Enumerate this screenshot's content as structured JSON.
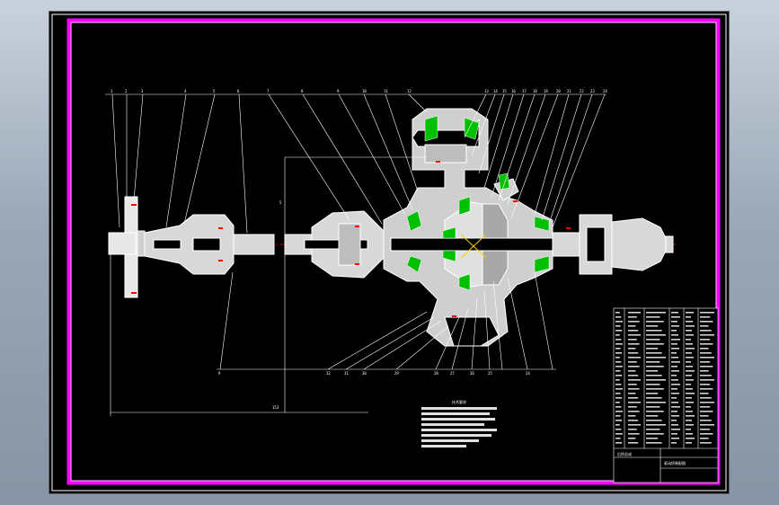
{
  "canvas": {
    "background": "#000000",
    "frame_color": "#ff00ff",
    "line_color": "#ffffff",
    "part_color": "#00c000",
    "center_line_color": "#ff0000"
  },
  "top_callouts": [
    "1",
    "2",
    "3",
    "4",
    "5",
    "6",
    "7",
    "8",
    "9",
    "10",
    "11",
    "12",
    "13",
    "14",
    "15",
    "16",
    "17",
    "18",
    "19",
    "20",
    "21",
    "22",
    "23",
    "24"
  ],
  "bottom_callouts": [
    "9",
    "32",
    "31",
    "30",
    "29",
    "28",
    "27",
    "26",
    "25",
    "24"
  ],
  "dimensions": {
    "overall_length": "153",
    "height": "5"
  },
  "notes_title": "技术要求",
  "title_block": {
    "drawing_title": "后桥总成",
    "subtitle": "驱动桥装配图"
  }
}
